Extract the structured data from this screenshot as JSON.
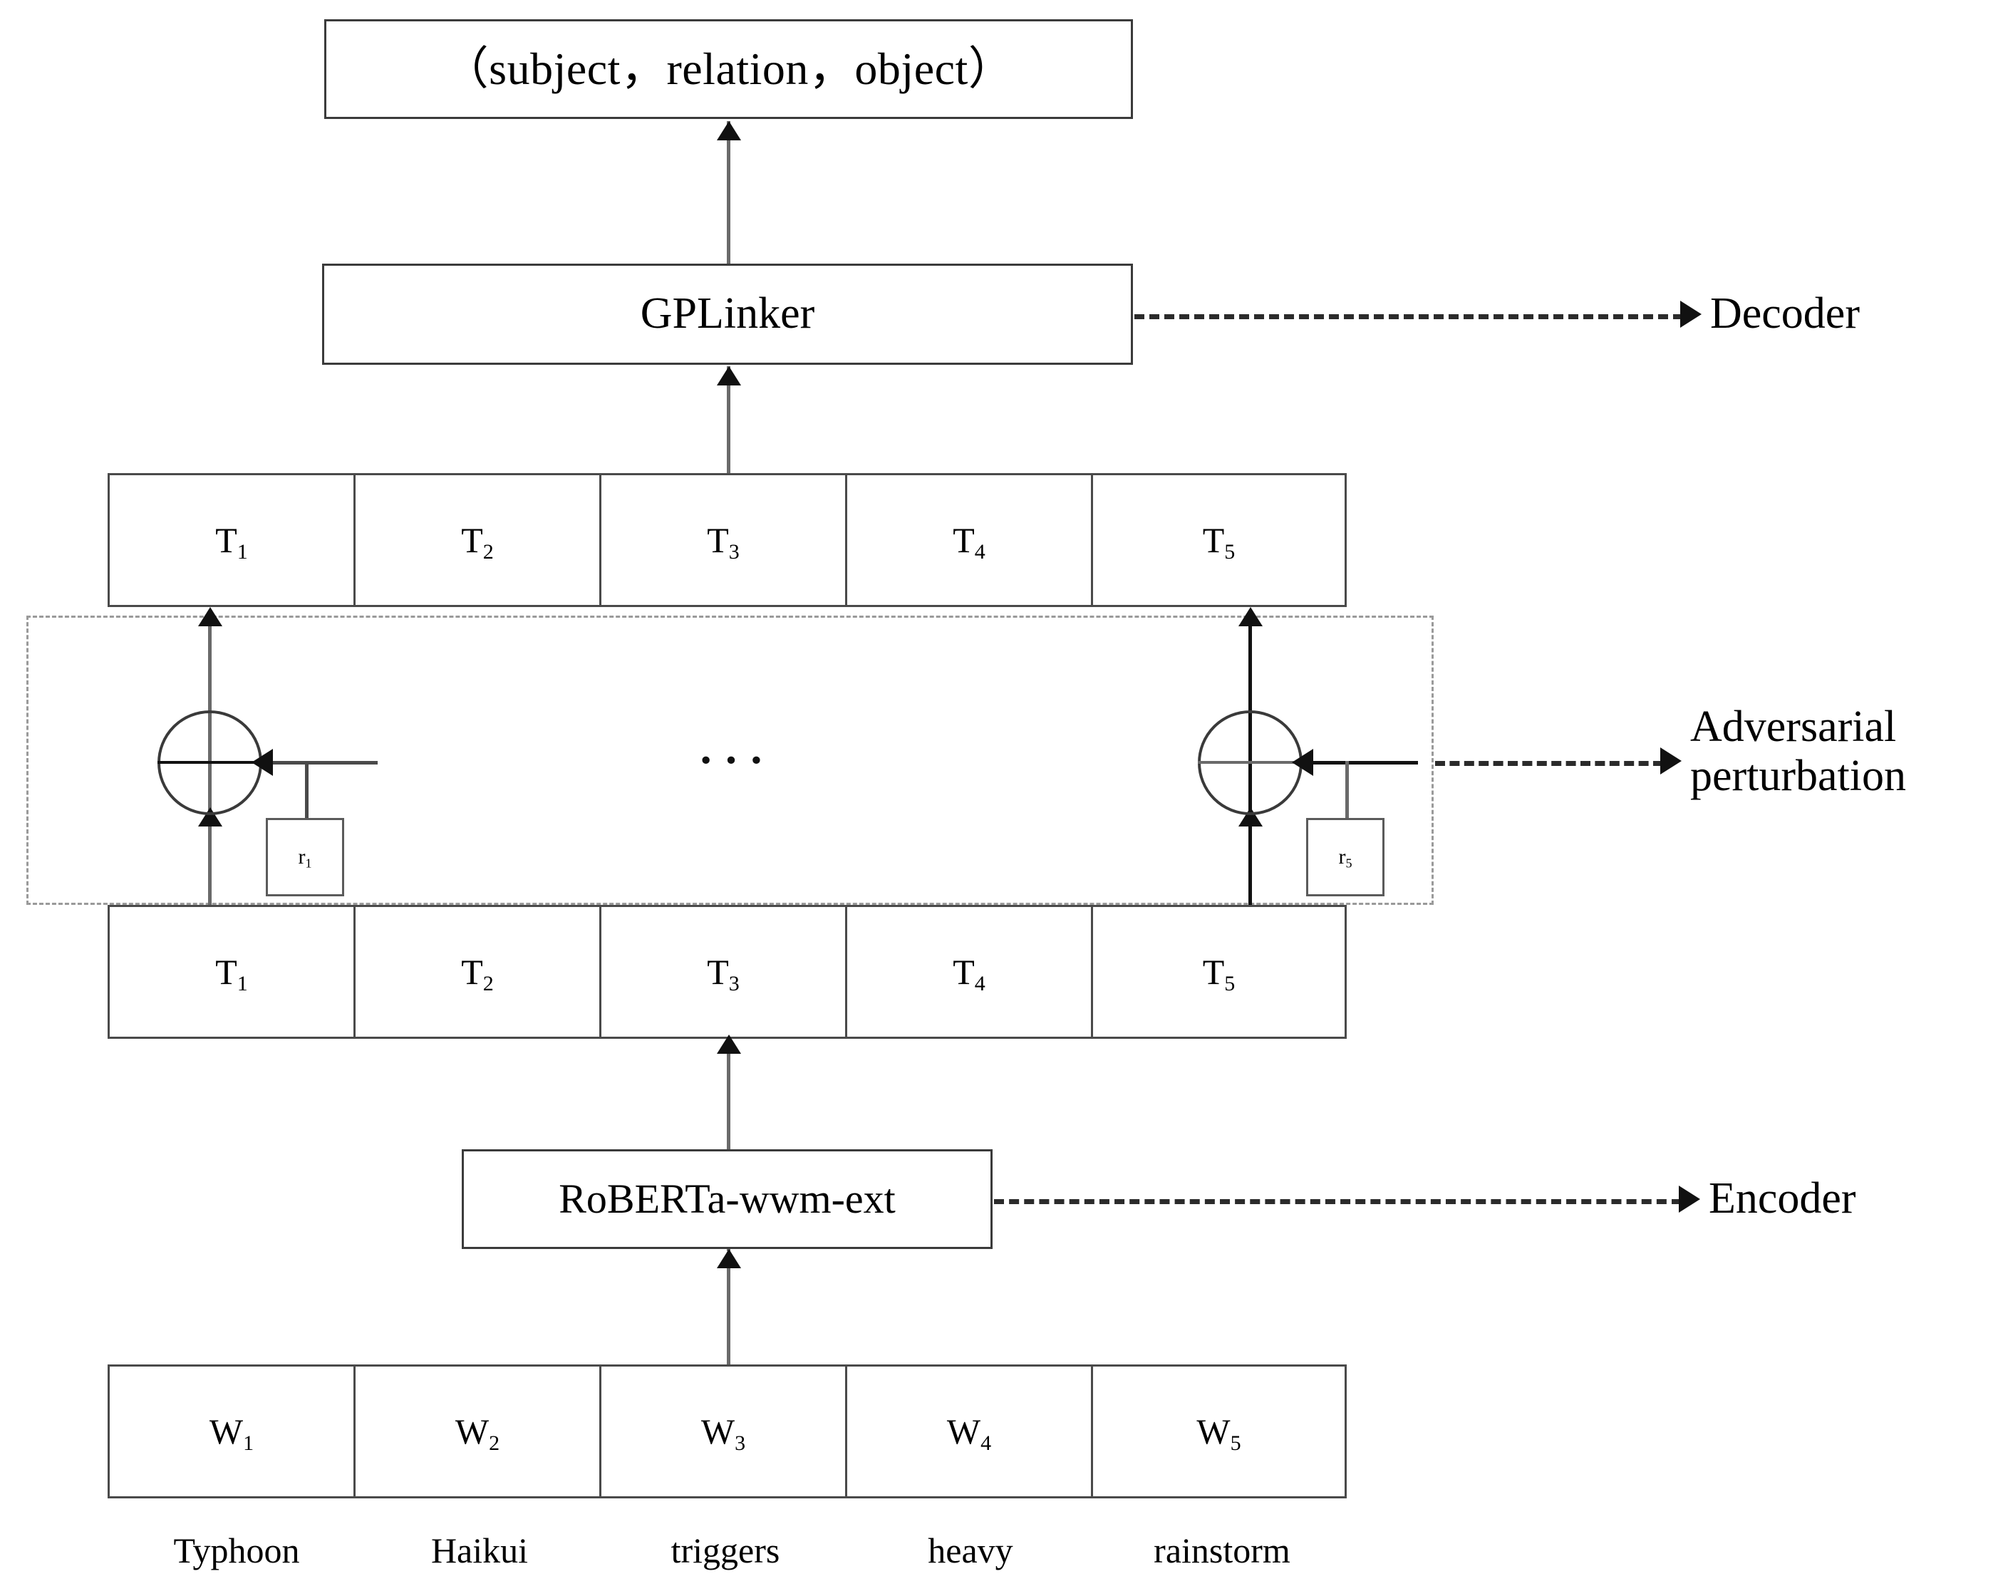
{
  "diagram": {
    "title_box": {
      "text": "（subject，relation，object）"
    },
    "decoder_box": {
      "text": "GPLinker"
    },
    "encoder_box": {
      "text": "RoBERTa-wwm-ext"
    },
    "side_labels": {
      "decoder": "Decoder",
      "adversarial": "Adversarial\nperturbation",
      "encoder": "Encoder"
    },
    "upper_tokens": [
      {
        "base": "T",
        "sub": "1"
      },
      {
        "base": "T",
        "sub": "2"
      },
      {
        "base": "T",
        "sub": "3"
      },
      {
        "base": "T",
        "sub": "4"
      },
      {
        "base": "T",
        "sub": "5"
      }
    ],
    "lower_tokens": [
      {
        "base": "T",
        "sub": "1"
      },
      {
        "base": "T",
        "sub": "2"
      },
      {
        "base": "T",
        "sub": "3"
      },
      {
        "base": "T",
        "sub": "4"
      },
      {
        "base": "T",
        "sub": "5"
      }
    ],
    "word_tokens": [
      {
        "base": "W",
        "sub": "1"
      },
      {
        "base": "W",
        "sub": "2"
      },
      {
        "base": "W",
        "sub": "3"
      },
      {
        "base": "W",
        "sub": "4"
      },
      {
        "base": "W",
        "sub": "5"
      }
    ],
    "words": [
      "Typhoon",
      "Haikui",
      "triggers",
      "heavy",
      "rainstorm"
    ],
    "perturbations": [
      {
        "base": "r",
        "sub": "1"
      },
      {
        "base": "r",
        "sub": "5"
      }
    ],
    "operator_symbol": "plus-circle",
    "ellipsis": "···",
    "colors": {
      "stroke": "#4a4a4a",
      "stroke_dark": "#111111",
      "dashed_group": "#9a9a9a",
      "background": "#ffffff",
      "text": "#000000"
    }
  }
}
